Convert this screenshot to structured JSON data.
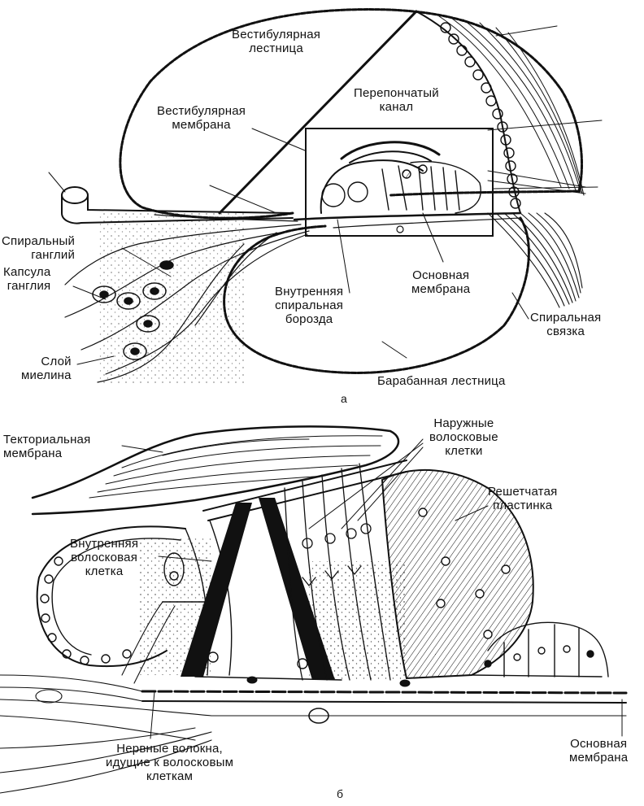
{
  "panels": {
    "a": "а",
    "b": "б"
  },
  "labels_a": {
    "scala_vestibuli": [
      "Вестибулярная",
      "лестница"
    ],
    "cochlear_duct": [
      "Перепончатый",
      "канал"
    ],
    "vestibular_membrane": [
      "Вестибулярная",
      "мембрана"
    ],
    "spiral_ganglion": [
      "Спиральный",
      "ганглий"
    ],
    "ganglion_capsule": [
      "Капсула",
      "ганглия"
    ],
    "myelin_layer": [
      "Слой",
      "миелина"
    ],
    "inner_spiral_sulcus": [
      "Внутренняя",
      "спиральная",
      "борозда"
    ],
    "basilar_membrane": [
      "Основная",
      "мембрана"
    ],
    "spiral_ligament": [
      "Спиральная",
      "связка"
    ],
    "scala_tympani": [
      "Барабанная лестница"
    ]
  },
  "labels_b": {
    "tectorial_membrane": [
      "Текториальная",
      "мембрана"
    ],
    "outer_hair_cells": [
      "Наружные",
      "волосковые",
      "клетки"
    ],
    "reticular_lamina": [
      "Решетчатая",
      "пластинка"
    ],
    "inner_hair_cell": [
      "Внутренняя",
      "волосковая",
      "клетка"
    ],
    "nerve_fibers": [
      "Нервные волокна,",
      "идущие к волосковым",
      "клеткам"
    ],
    "basilar_membrane": [
      "Основная",
      "мембрана"
    ]
  },
  "colors": {
    "ink": "#111111",
    "paper": "#ffffff"
  }
}
